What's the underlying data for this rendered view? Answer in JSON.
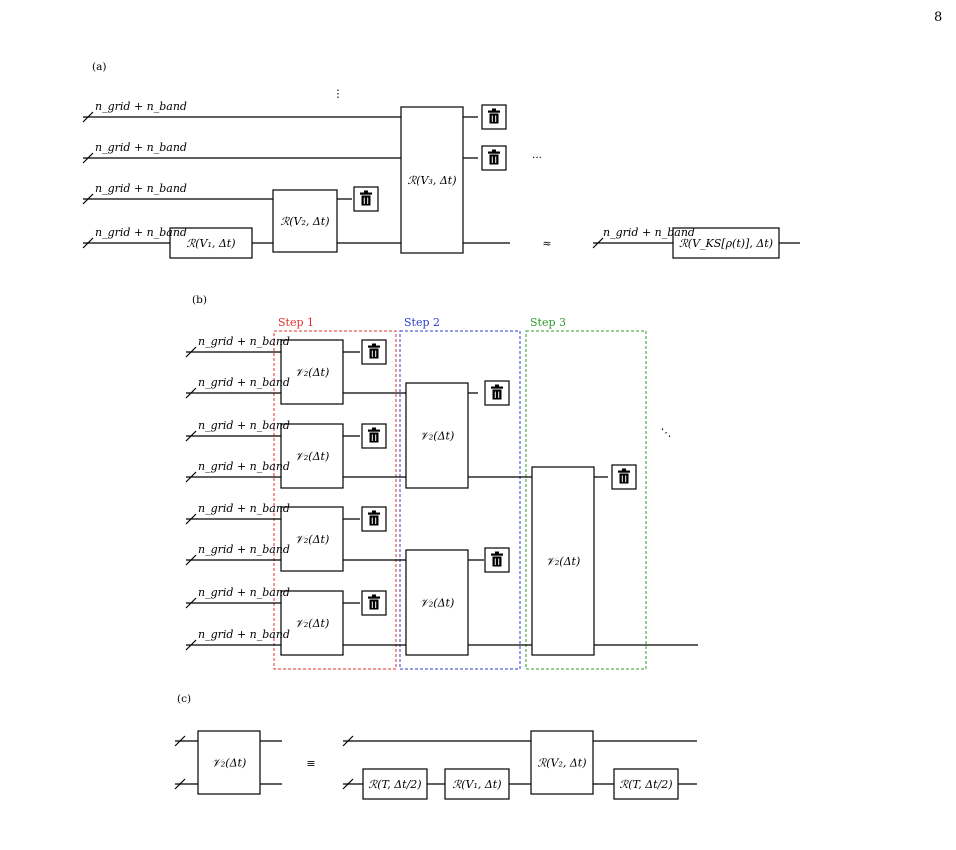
{
  "page_number": "8",
  "panel_a": {
    "label": "(a)",
    "wire_label": "n_grid + n_band",
    "gates": {
      "r1": "ℛ(V₁, Δt)",
      "r2": "ℛ(V₂, Δt)",
      "r3": "ℛ(V₃, Δt)",
      "rks": "ℛ(V_KS[ρ(t)], Δt)"
    },
    "approx_symbol": "≈",
    "ellipsis_h": "···",
    "ellipsis_v": "⋮"
  },
  "panel_b": {
    "label": "(b)",
    "wire_label": "n_grid + n_band",
    "gate": "𝒱₂(Δt)",
    "steps": [
      {
        "label": "Step 1",
        "color": "#e03030"
      },
      {
        "label": "Step 2",
        "color": "#2a3fcf"
      },
      {
        "label": "Step 3",
        "color": "#2f9a2f"
      }
    ],
    "ellipsis_d": "⋱"
  },
  "panel_c": {
    "label": "(c)",
    "lhs_gate": "𝒱₂(Δt)",
    "equiv_symbol": "≡",
    "gates": {
      "rt1": "ℛ(T, Δt/2)",
      "rv1": "ℛ(V₁, Δt)",
      "rv2": "ℛ(V₂, Δt)",
      "rt2": "ℛ(T, Δt/2)"
    }
  },
  "icons": {
    "trash": "trash-icon"
  }
}
